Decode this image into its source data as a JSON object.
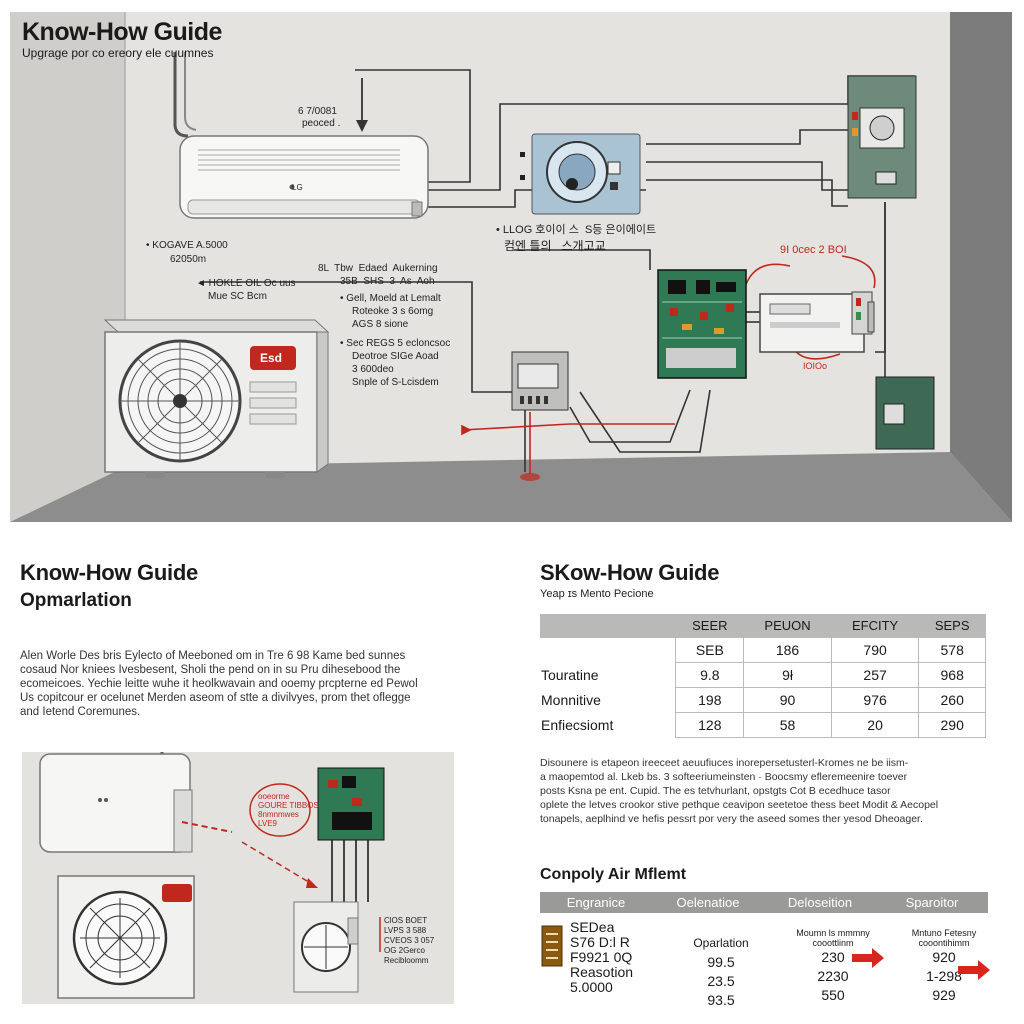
{
  "hero": {
    "title": "Know-How Guide",
    "subtitle": "Upgrage por co ereory ele cuumnes",
    "labels": {
      "top_code": "6 7/0081",
      "top_code2": "peoced .",
      "ac_brand": "LG",
      "left_a1": "• KOGAVE A.5000",
      "left_a2": "62050m",
      "left_b1": "◄ HOKLE OIL Oc uus",
      "left_b2": "Mue SC Bcm",
      "mid_1": "8L  Tbw  Edaed  Aukerning",
      "mid_2": "35B  SHS  3  As  Aoh",
      "mid_3": "• Gell, Moeld at Lemalt",
      "mid_4": "Roteoke 3 s 6omg",
      "mid_5": "AGS 8 sione",
      "mid_6": "• Sec REGS 5 ecloncsoc",
      "mid_7": "Deotroe SIGe Aoad",
      "mid_8": "3 600deo",
      "mid_9": "Snple of S-Lcisdem",
      "korean_1": "• LLOG 호이이 스  S등 은이에이트",
      "korean_2": "컴엔 틀의   스개고교",
      "red_top": "9I 0cec 2 BOI",
      "red_bottom": "IOIOo",
      "outdoor_brand": "Esd"
    }
  },
  "left": {
    "heading": "Know-How Guide",
    "subheading": "Opmarlation",
    "paragraph": [
      "Alen Worle Des bris Eylecto of Meeboned om in Tre 6 98 Kame bed sunnes",
      "cosaud Nor kniees Ivesbesent, Sholi the pend on in su Pru dihesebood the",
      "ecomeicoes. Yechie leitte wuhe it heolkwavain and ooemy prcpterne ed Pewol",
      "Us copitcour er ocelunet Merden aseom of stte a divilvyes, prom thet oflegge",
      "and Ietend Coremunes."
    ],
    "illustration_labels": {
      "red_note": "ooeorme\nGOURE TIBBOS\n8nmnmwes\nLVE9",
      "right_note": "ClOS BOET\nLVPS 3 588\nCVEOS 3 057\nOG 2Gerco\nRecibloomm"
    }
  },
  "right": {
    "heading": "SKow-How Guide",
    "subheading": "Yeap ɪs Mento Pecione",
    "table1": {
      "headers": [
        "",
        "SEER",
        "PEUON",
        "EFCITY",
        "SEPS"
      ],
      "row_labels": [
        "Touratine",
        "Monnitive",
        "Enfiecsiomt",
        ""
      ],
      "rows": [
        [
          "SEB",
          "186",
          "790",
          "578"
        ],
        [
          "9.8",
          "9ł",
          "257",
          "968"
        ],
        [
          "198",
          "90",
          "976",
          "260"
        ],
        [
          "128",
          "58",
          "20",
          "290"
        ]
      ]
    },
    "paragraph": [
      "Disounere is etapeon ireeceet aeuufiuces inorepersetusterl-Kromes ne be iism-",
      "a maopemtod al. Lkeb bs. 3 softeeriumeinsten · Boocsmy efleremeenire toever",
      "posts Ksna pe ent. Cupid. The es tetvhurlant, opstgts Cot B ecedhuce tasor",
      "oplete the letves crookor stive pethque ceavipon seetetoe thess beet Modit & Aecopel",
      "tonapels, aeplhind ve hefis pessrt por very the aseed somes ther yesod Dheoager."
    ],
    "heading2": "Conpoly Air Mflemt",
    "table2": {
      "headers": [
        "Engranice",
        "Oelenatioe",
        "Deloseition",
        "Sparoitor"
      ],
      "col1": [
        "SEDea",
        "S76 D:l R",
        "F9921 0Q",
        "Reasotion",
        "5.0000"
      ],
      "col2_head": "Oparlation",
      "col2": [
        "99.5",
        "23.5",
        "93.5"
      ],
      "col3_head": "Moumn ls mmmny\ncooottlinm",
      "col3": [
        "230",
        "2230",
        "550"
      ],
      "col4_head": "Mntuno Fetesny\ncooontihimm",
      "col4": [
        "920",
        "1-298",
        "929"
      ]
    }
  },
  "colors": {
    "wire_red": "#c0281e",
    "board_green": "#2f7a55",
    "panel_green": "#3e6a55",
    "wall": "#e4e3df",
    "floor": "#8d8d8d",
    "table_header": "#b9b9b7"
  }
}
